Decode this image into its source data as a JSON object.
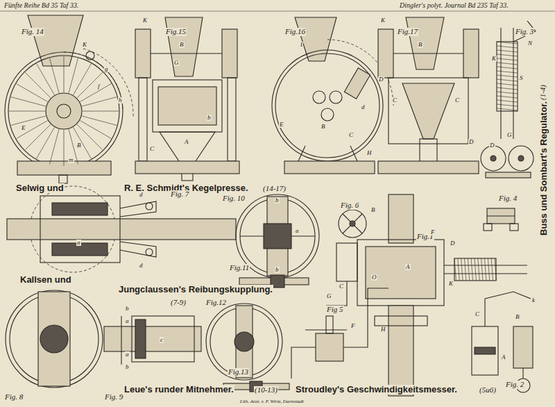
{
  "diagram": {
    "labels": [
      "Fünfte Reihe Bd 35 Taf 33.",
      "Dingler's polyt. Journal Bd 235 Taf 33.",
      "Fig. 14",
      "Fig.15",
      "Fig.16",
      "Fig.17",
      "Fig. 3",
      "Selwig und",
      "R. E. Schmidt's Kegelpresse.",
      "(14-17)",
      "Fig. 7",
      "Fig. 10",
      "Fig. 6",
      "Fig. 4",
      "Fig.1",
      "Kallsen und",
      "Jungclaussen's Reibungskupplung.",
      "(7-9)",
      "Fig.11",
      "Fig.12",
      "Fig 5",
      "Fig.13",
      "Fig. 2",
      "Fig. 8",
      "Fig. 9",
      "Leue's runder Mitnehmer.",
      "(10-13)",
      "Stroudley's Geschwindigkeitsmesser.",
      "(5u6)",
      "Buss und Sombart's Regulator.",
      "(1-4)",
      "Lith. Anst. v. F. Wirtz, Darmstadt",
      "E",
      "B",
      "f",
      "g",
      "h",
      "K",
      "m",
      "B",
      "K",
      "A",
      "C",
      "G",
      "b",
      "I",
      "E",
      "B",
      "C",
      "D",
      "d",
      "H",
      "B",
      "C",
      "C",
      "D",
      "K",
      "N",
      "S",
      "K",
      "G",
      "D",
      "d",
      "d",
      "a",
      "b",
      "b",
      "a",
      "A",
      "B",
      "C",
      "D",
      "H",
      "K",
      "O",
      "F",
      "a",
      "a",
      "b",
      "b",
      "c",
      "A",
      "C",
      "B",
      "k",
      "G",
      "F"
    ]
  }
}
